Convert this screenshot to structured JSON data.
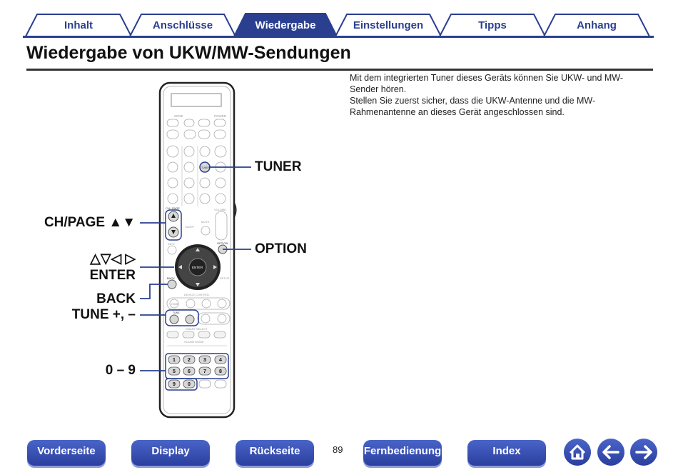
{
  "tabs": [
    {
      "label": "Inhalt",
      "active": false
    },
    {
      "label": "Anschlüsse",
      "active": false
    },
    {
      "label": "Wiedergabe",
      "active": true
    },
    {
      "label": "Einstellungen",
      "active": false
    },
    {
      "label": "Tipps",
      "active": false
    },
    {
      "label": "Anhang",
      "active": false
    }
  ],
  "title": "Wiedergabe von UKW/MW-Sendungen",
  "intro": {
    "p1": "Mit dem integrierten Tuner dieses Geräts können Sie UKW- und MW-Sender hören.",
    "p2": "Stellen Sie zuerst sicher, dass die UKW-Antenne und die MW-Rahmenantenne an dieses Gerät angeschlossen sind."
  },
  "callouts": {
    "tuner": "TUNER",
    "option": "OPTION",
    "ch_page": "CH/PAGE ▲▼",
    "arrows": "△▽◁ ▷",
    "enter": "ENTER",
    "back": "BACK",
    "tune": "TUNE +, –",
    "digits": "0 – 9"
  },
  "remote_labels": {
    "zone": "ZONE",
    "power": "POWER",
    "ch_page": "CH / PAGE",
    "volume": "VOLUME",
    "sleep": "SLEEP",
    "mute": "MUTE",
    "info": "INFO",
    "option": "OPTION",
    "enter": "ENTER",
    "back": "BACK",
    "setup": "SETUP",
    "tuner": "TUNER",
    "device_control": "DEVICE CONTROL",
    "smart_select": "SMART SELECT",
    "sound_mode": "SOUND MODE",
    "tune": "TUNE",
    "home": "HOME",
    "keys": [
      "1",
      "2",
      "3",
      "4",
      "5",
      "6",
      "7",
      "8",
      "9",
      "0"
    ]
  },
  "footer": {
    "front": "Vorderseite",
    "display": "Display",
    "rear": "Rückseite",
    "page": "89",
    "remote": "Fernbedienung",
    "index": "Index"
  },
  "colors": {
    "accent": "#2a3f8f",
    "callout_line": "#2a3f8f"
  },
  "icons": {
    "home": "home-icon",
    "back": "arrow-left-icon",
    "forward": "arrow-right-icon"
  }
}
